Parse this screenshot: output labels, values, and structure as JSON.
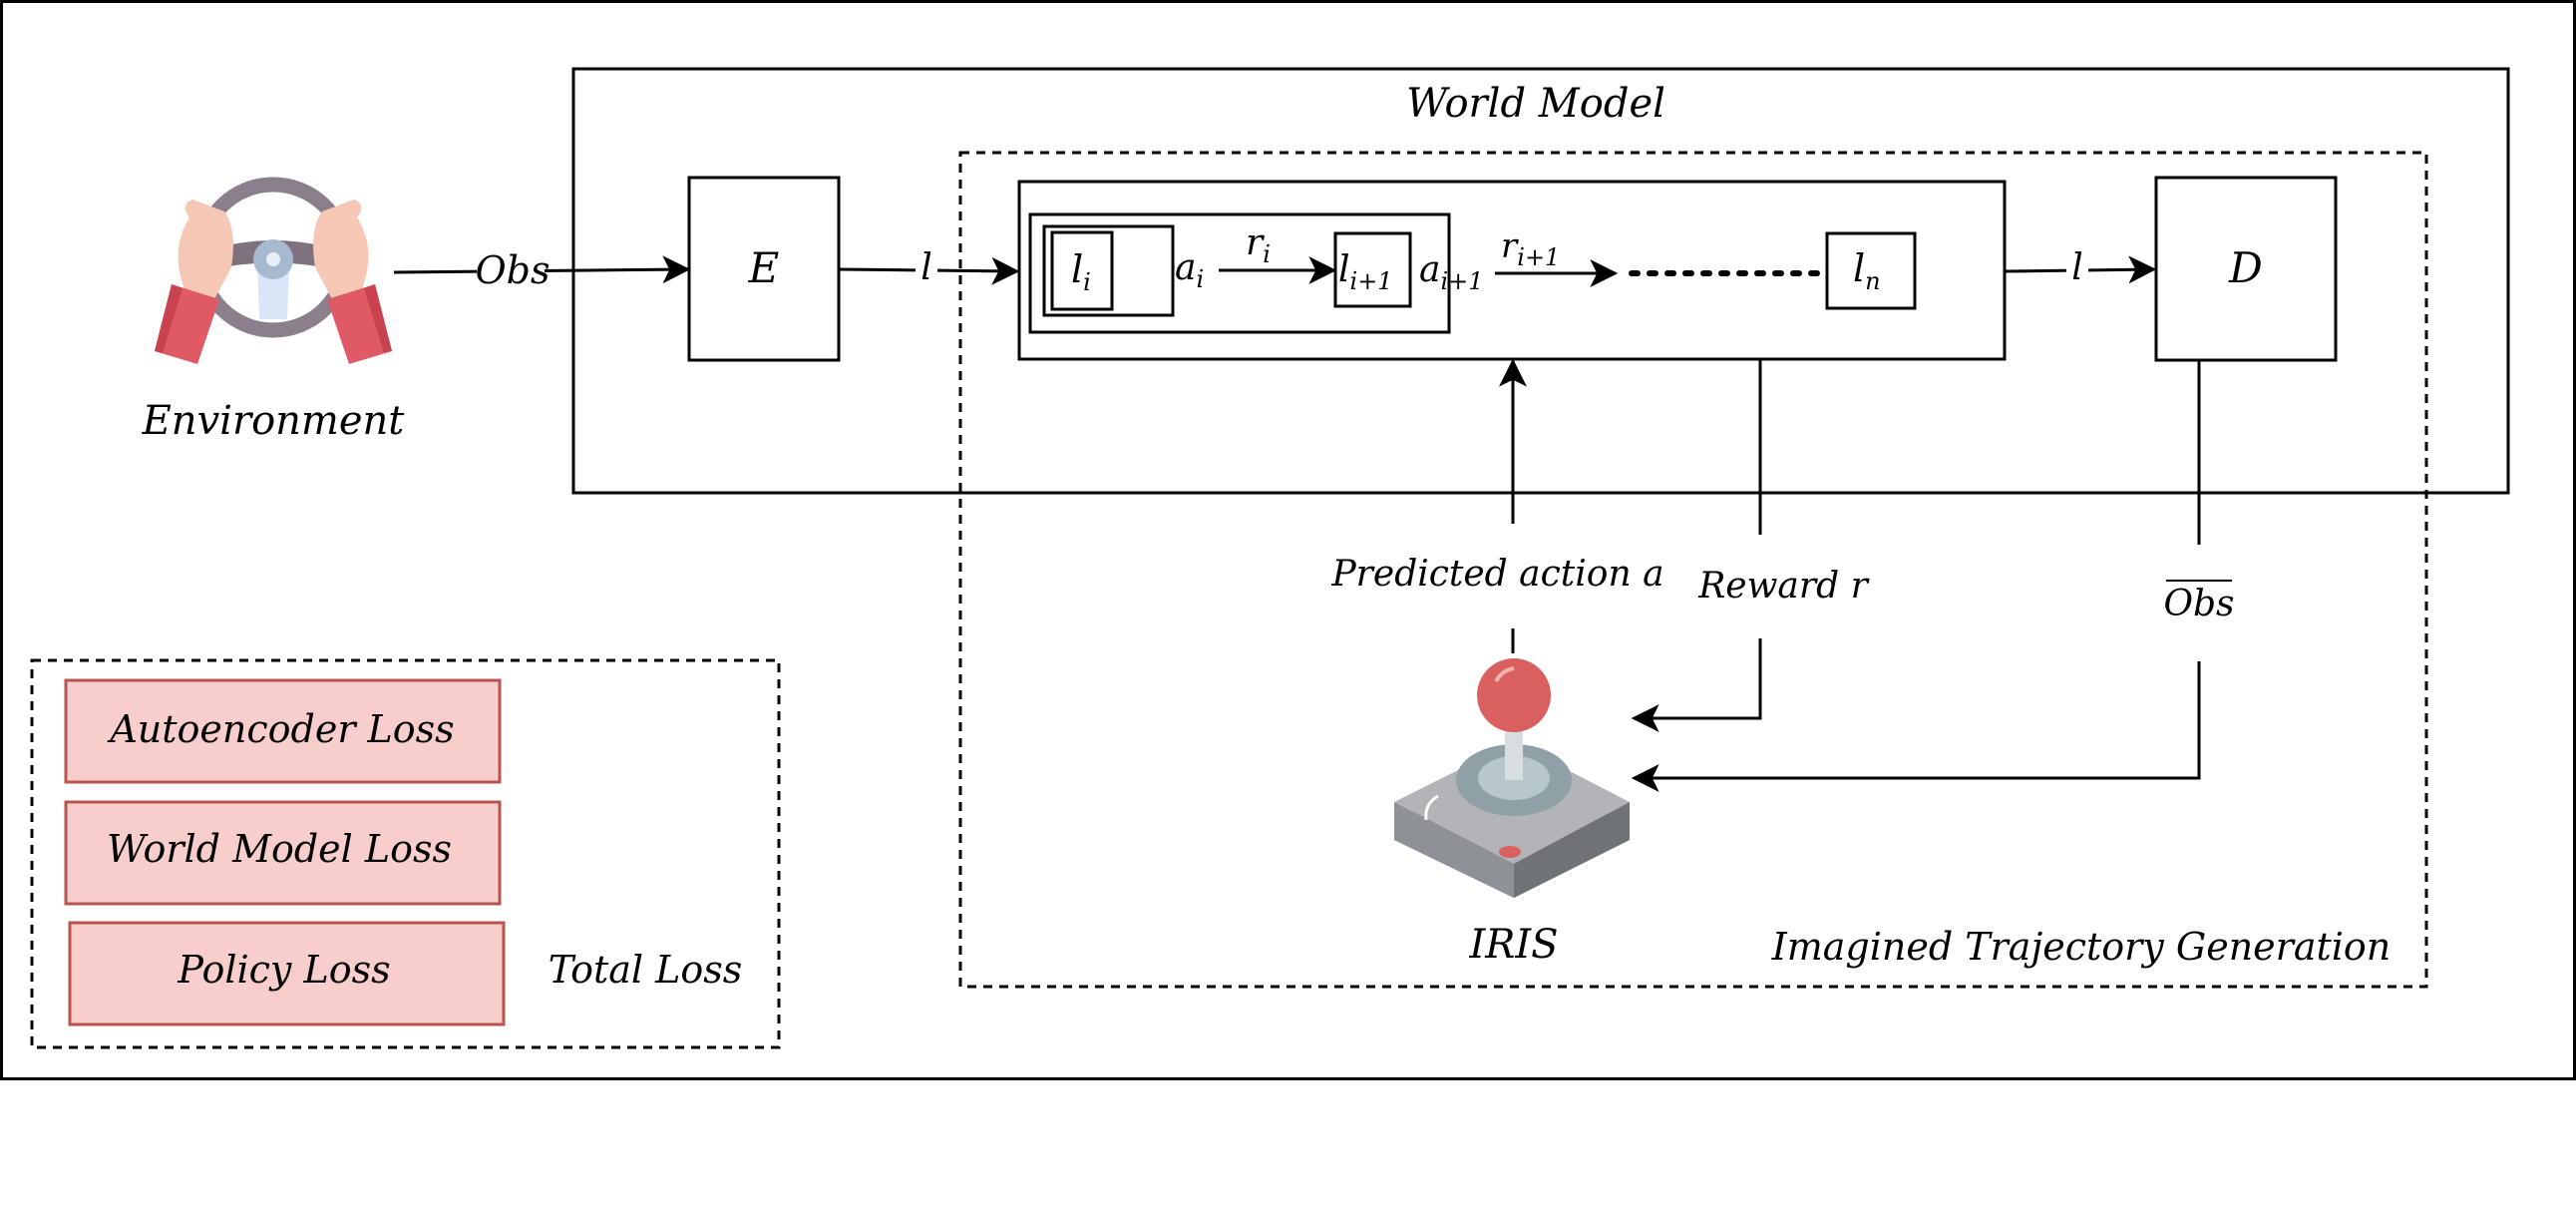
{
  "world_model": {
    "title": "World Model",
    "encoder": "E",
    "decoder": "D"
  },
  "environment": {
    "label": "Environment",
    "obs_label": "Obs"
  },
  "latent": {
    "encoder_out": "l",
    "decoder_in": "l"
  },
  "sequence": {
    "li_base": "l",
    "li_sub": "i",
    "ai_base": "a",
    "ai_sub": "i",
    "ri_base": "r",
    "ri_sub": "i",
    "li1_base": "l",
    "li1_sub": "i+1",
    "ai1_base": "a",
    "ai1_sub": "i+1",
    "ri1_base": "r",
    "ri1_sub": "i+1",
    "ln_base": "l",
    "ln_sub": "n"
  },
  "imagination": {
    "title": "Imagined Trajectory Generation",
    "predicted_action": "Predicted action a",
    "reward": "Reward r",
    "obs_hat": "Obs",
    "agent": "IRIS"
  },
  "losses": {
    "autoencoder": "Autoencoder Loss",
    "world_model": "World Model Loss",
    "policy": "Policy Loss",
    "total": "Total Loss"
  },
  "colors": {
    "loss_fill": "#f8cecc",
    "loss_stroke": "#b85450",
    "joystick_ball": "#d9605e",
    "joystick_base": "#a9a9a9",
    "wheel": "#8a7f8a",
    "sleeve": "#e05a66",
    "hand": "#f6c7b4"
  }
}
